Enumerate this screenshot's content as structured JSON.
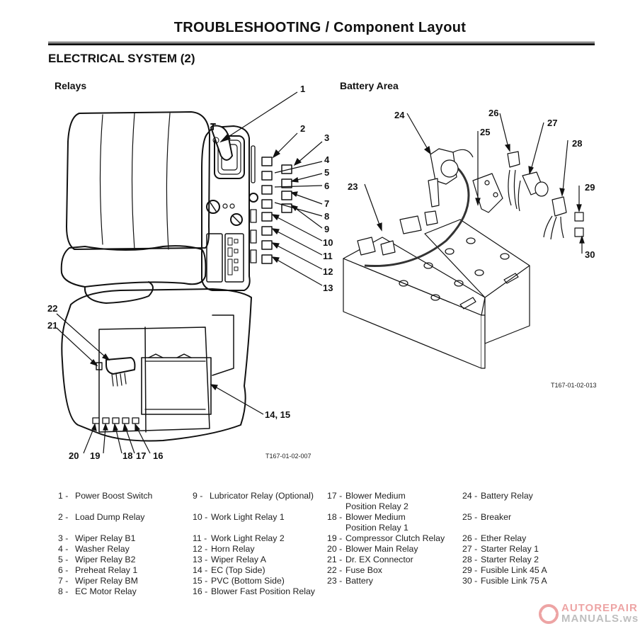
{
  "header": {
    "title": "TROUBLESHOOTING / Component Layout",
    "section": "ELECTRICAL SYSTEM (2)"
  },
  "figures": {
    "relays": {
      "subtitle": "Relays",
      "figure_code": "T167-01-02-007",
      "callouts": [
        "1",
        "2",
        "3",
        "4",
        "5",
        "6",
        "7",
        "8",
        "9",
        "10",
        "11",
        "12",
        "13",
        "14, 15",
        "16",
        "17",
        "18",
        "19",
        "20",
        "21",
        "22"
      ]
    },
    "battery": {
      "subtitle": "Battery Area",
      "figure_code": "T167-01-02-013",
      "callouts": [
        "23",
        "24",
        "25",
        "26",
        "27",
        "28",
        "29",
        "30"
      ]
    }
  },
  "legend": [
    {
      "num": "1 -",
      "label": "Power Boost Switch"
    },
    {
      "num": "2 -",
      "label": "Load Dump Relay"
    },
    {
      "num": "3 -",
      "label": "Wiper Relay B1"
    },
    {
      "num": "4 -",
      "label": "Washer Relay"
    },
    {
      "num": "5 -",
      "label": "Wiper Relay B2"
    },
    {
      "num": "6 -",
      "label": "Preheat Relay 1"
    },
    {
      "num": "7 -",
      "label": "Wiper Relay BM"
    },
    {
      "num": "8 -",
      "label": "EC Motor Relay"
    },
    {
      "num": "9 -",
      "label": "Lubricator Relay (Optional)"
    },
    {
      "num": "10 -",
      "label": "Work Light Relay 1"
    },
    {
      "num": "11 -",
      "label": "Work Light Relay 2"
    },
    {
      "num": "12 -",
      "label": "Horn Relay"
    },
    {
      "num": "13 -",
      "label": "Wiper Relay A"
    },
    {
      "num": "14 -",
      "label": "EC (Top Side)"
    },
    {
      "num": "15 -",
      "label": "PVC (Bottom Side)"
    },
    {
      "num": "16 -",
      "label": "Blower Fast Position Relay"
    },
    {
      "num": "17 -",
      "label": "Blower Medium",
      "label2": "Position Relay 2"
    },
    {
      "num": "18 -",
      "label": "Blower Medium",
      "label2": "Position Relay 1"
    },
    {
      "num": "19 -",
      "label": "Compressor Clutch Relay"
    },
    {
      "num": "20 -",
      "label": "Blower Main Relay"
    },
    {
      "num": "21 -",
      "label": "Dr. EX Connector"
    },
    {
      "num": "22 -",
      "label": "Fuse Box"
    },
    {
      "num": "23 -",
      "label": "Battery"
    },
    {
      "num": "24 -",
      "label": "Battery Relay"
    },
    {
      "num": "25 -",
      "label": "Breaker"
    },
    {
      "num": "26 -",
      "label": "Ether Relay"
    },
    {
      "num": "27 -",
      "label": "Starter Relay 1"
    },
    {
      "num": "28 -",
      "label": "Starter Relay 2"
    },
    {
      "num": "29 -",
      "label": "Fusible Link 45 A"
    },
    {
      "num": "30 -",
      "label": "Fusible Link 75 A"
    }
  ],
  "watermark": {
    "line1": "AUTOREPAIR",
    "line2": "MANUALS.ws",
    "color": "#e05a5a",
    "color2": "#8a8a8a"
  }
}
